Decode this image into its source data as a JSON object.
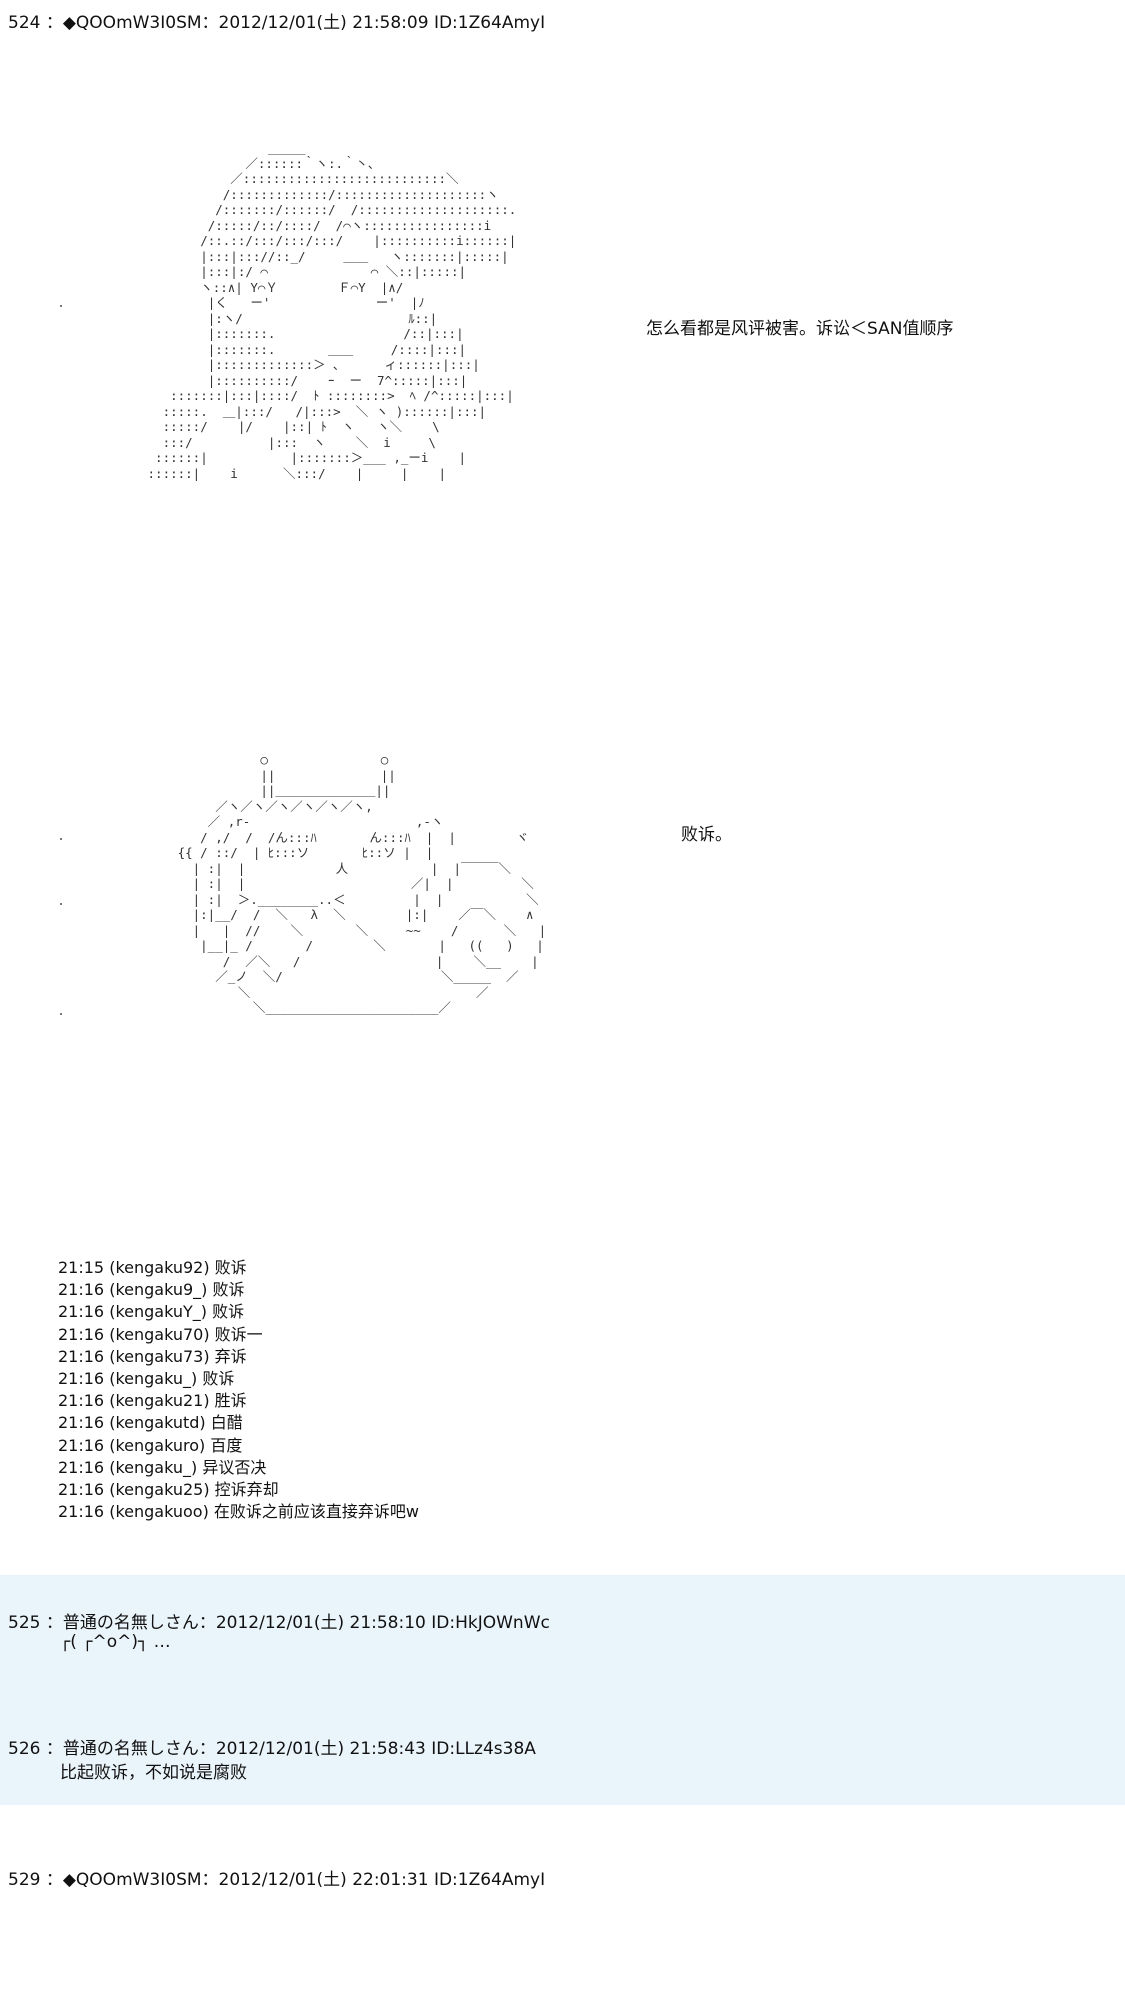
{
  "posts": [
    {
      "header": "524 ：◆QOOmW3I0SM：2012/12/01(土) 21:58:09 ID:1Z64AmyI",
      "art1_caption": "怎么看都是风评被害。诉讼＜SAN值顺序",
      "art2_caption": "败诉。",
      "log": [
        "21:15 (kengaku92) 败诉",
        "21:16 (kengaku9_) 败诉",
        "21:16 (kengakuY_) 败诉",
        "21:16 (kengaku70) 败诉一",
        "21:16 (kengaku73) 弃诉",
        "21:16 (kengaku_) 败诉",
        "21:16 (kengaku21) 胜诉",
        "21:16 (kengakutd) 白醋",
        "21:16 (kengakuro) 百度",
        "21:16 (kengaku_) 异议否决",
        "21:16 (kengaku25) 控诉弃却",
        "21:16 (kengakuoo) 在败诉之前应该直接弃诉吧w"
      ]
    },
    {
      "header": "525 ：普通の名無しさん：2012/12/01(土) 21:58:10 ID:HkJOWnWc",
      "body": "┌( ┌^o^)┐ …"
    },
    {
      "header": "526 ：普通の名無しさん：2012/12/01(土) 21:58:43 ID:LLz4s38A",
      "body": "比起败诉，不如说是腐败"
    },
    {
      "header": "529 ：◆QOOmW3I0SM：2012/12/01(土) 22:01:31 ID:1Z64AmyI"
    }
  ],
  "colors": {
    "page_bg": "#ffffff",
    "reply_bg": "#eaf4fb",
    "text": "#111111",
    "ascii_art": "#333333"
  }
}
